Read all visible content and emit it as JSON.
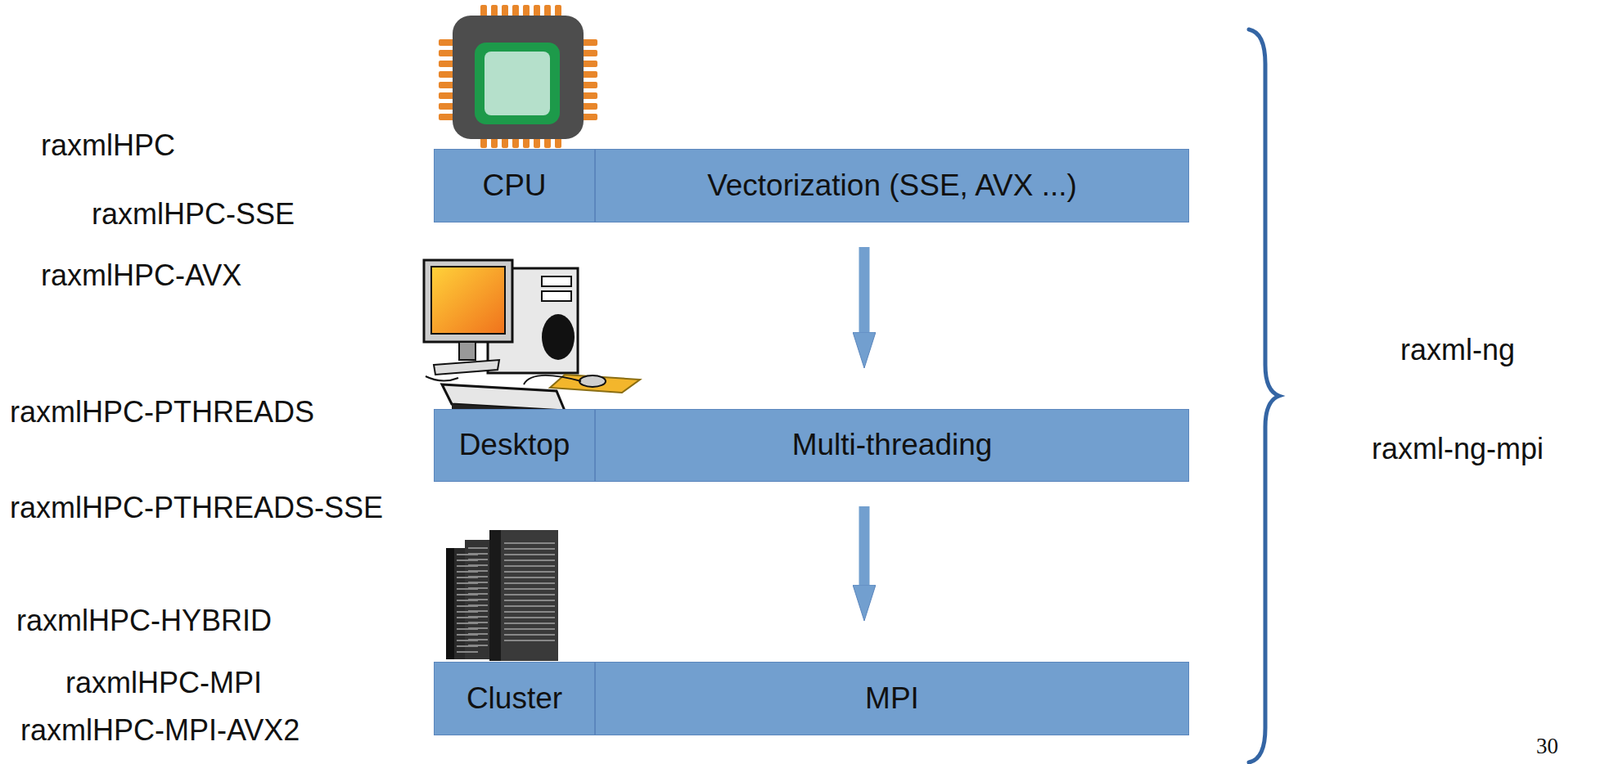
{
  "diagram": {
    "nodes": [
      {
        "text": [
          "CPU"
        ]
      },
      {
        "text": [
          "Vectorization (SSE, AVX ...)"
        ]
      },
      {
        "text": [
          "Desktop"
        ]
      },
      {
        "text": [
          "Multi-threading"
        ]
      },
      {
        "text": [
          "Cluster"
        ]
      },
      {
        "text": [
          "MPI"
        ]
      }
    ],
    "edges": [
      {
        "from": 1,
        "to": 3,
        "arrow": "to"
      },
      {
        "from": 3,
        "to": 5,
        "arrow": "to"
      }
    ],
    "labels": [
      "raxmlHPC",
      "raxmlHPC-SSE",
      "raxmlHPC-AVX",
      "raxmlHPC-PTHREADS",
      "raxmlHPC-PTHREADS-SSE",
      "raxmlHPC-HYBRID",
      "raxmlHPC-MPI",
      "raxmlHPC-MPI-AVX2",
      "raxml-ng",
      "raxml-ng-mpi",
      "30"
    ]
  }
}
